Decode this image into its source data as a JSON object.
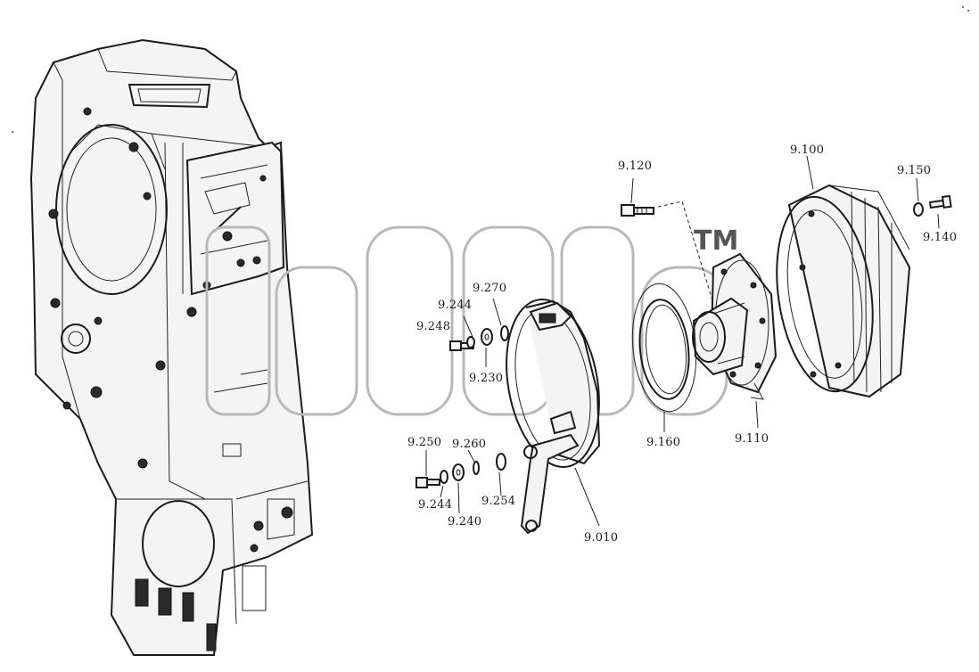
{
  "labels": {
    "p9_120": "9.120",
    "p9_100": "9.100",
    "p9_150": "9.150",
    "p9_140": "9.140",
    "p9_270": "9.270",
    "p9_244_top": "9.244",
    "p9_248": "9.248",
    "p9_230": "9.230",
    "p9_160": "9.160",
    "p9_110": "9.110",
    "p9_250": "9.250",
    "p9_260": "9.260",
    "p9_244_bottom": "9.244",
    "p9_240": "9.240",
    "p9_254": "9.254",
    "p9_010": "9.010"
  },
  "watermark": {
    "text": "ТМ"
  }
}
